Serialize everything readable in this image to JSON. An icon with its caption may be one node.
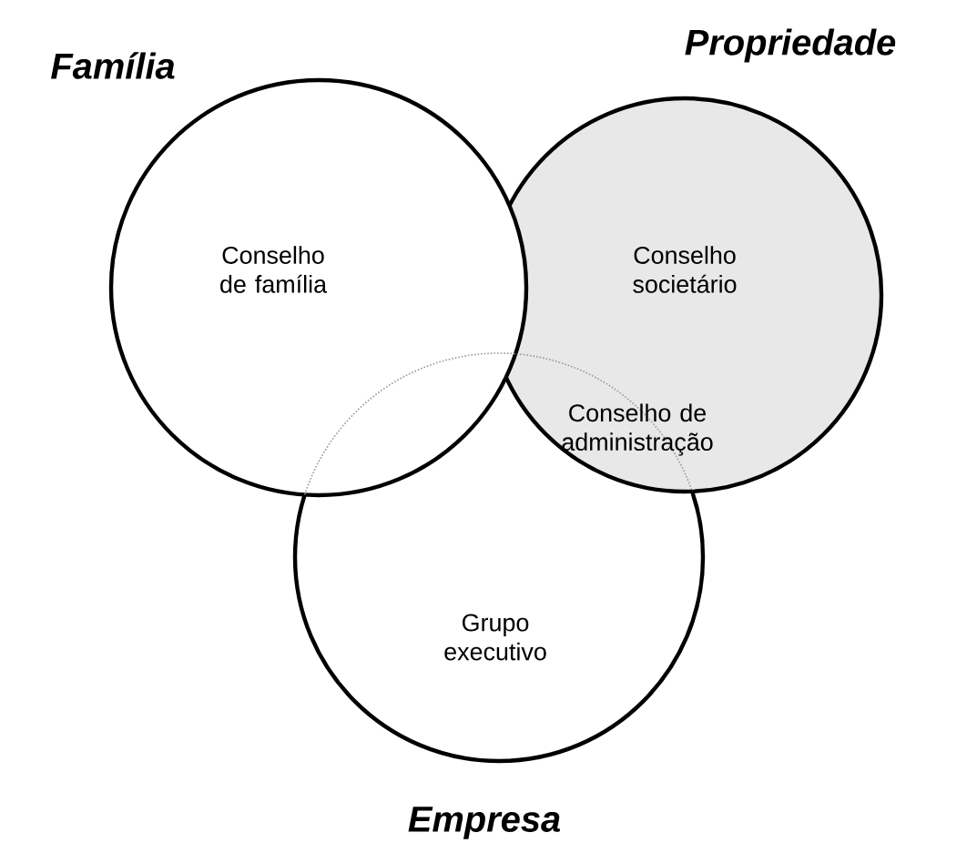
{
  "diagram": {
    "nodes": [
      {
        "text": [
          "Família",
          "Conselho de família"
        ]
      },
      {
        "text": [
          "Propriedade",
          "Conselho societário"
        ]
      },
      {
        "text": [
          "Grupo executivo",
          "Empresa"
        ]
      }
    ],
    "labels": [
      "Conselho de administração"
    ]
  }
}
